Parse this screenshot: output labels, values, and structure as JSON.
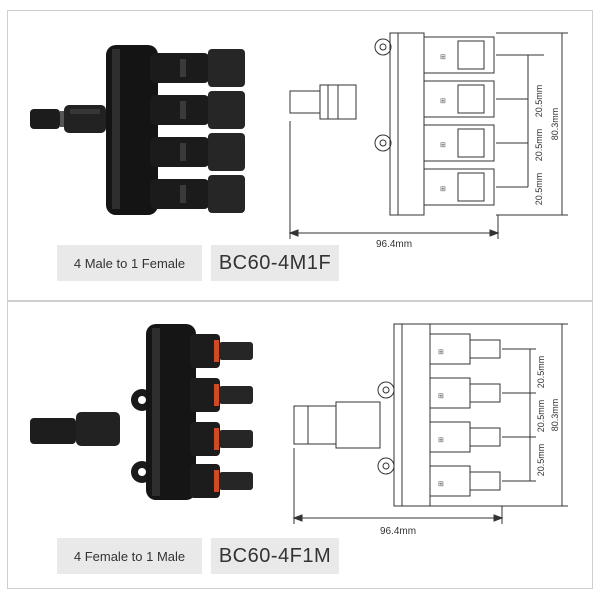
{
  "top": {
    "description": "4 Male to 1 Female",
    "model": "BC60-4M1F",
    "dims": {
      "width": "96.4mm",
      "height": "80.3mm",
      "pitch": "20.5mm"
    }
  },
  "bottom": {
    "description": "4 Female to 1 Male",
    "model": "BC60-4F1M",
    "dims": {
      "width": "96.4mm",
      "height": "80.3mm",
      "pitch": "20.5mm"
    }
  }
}
